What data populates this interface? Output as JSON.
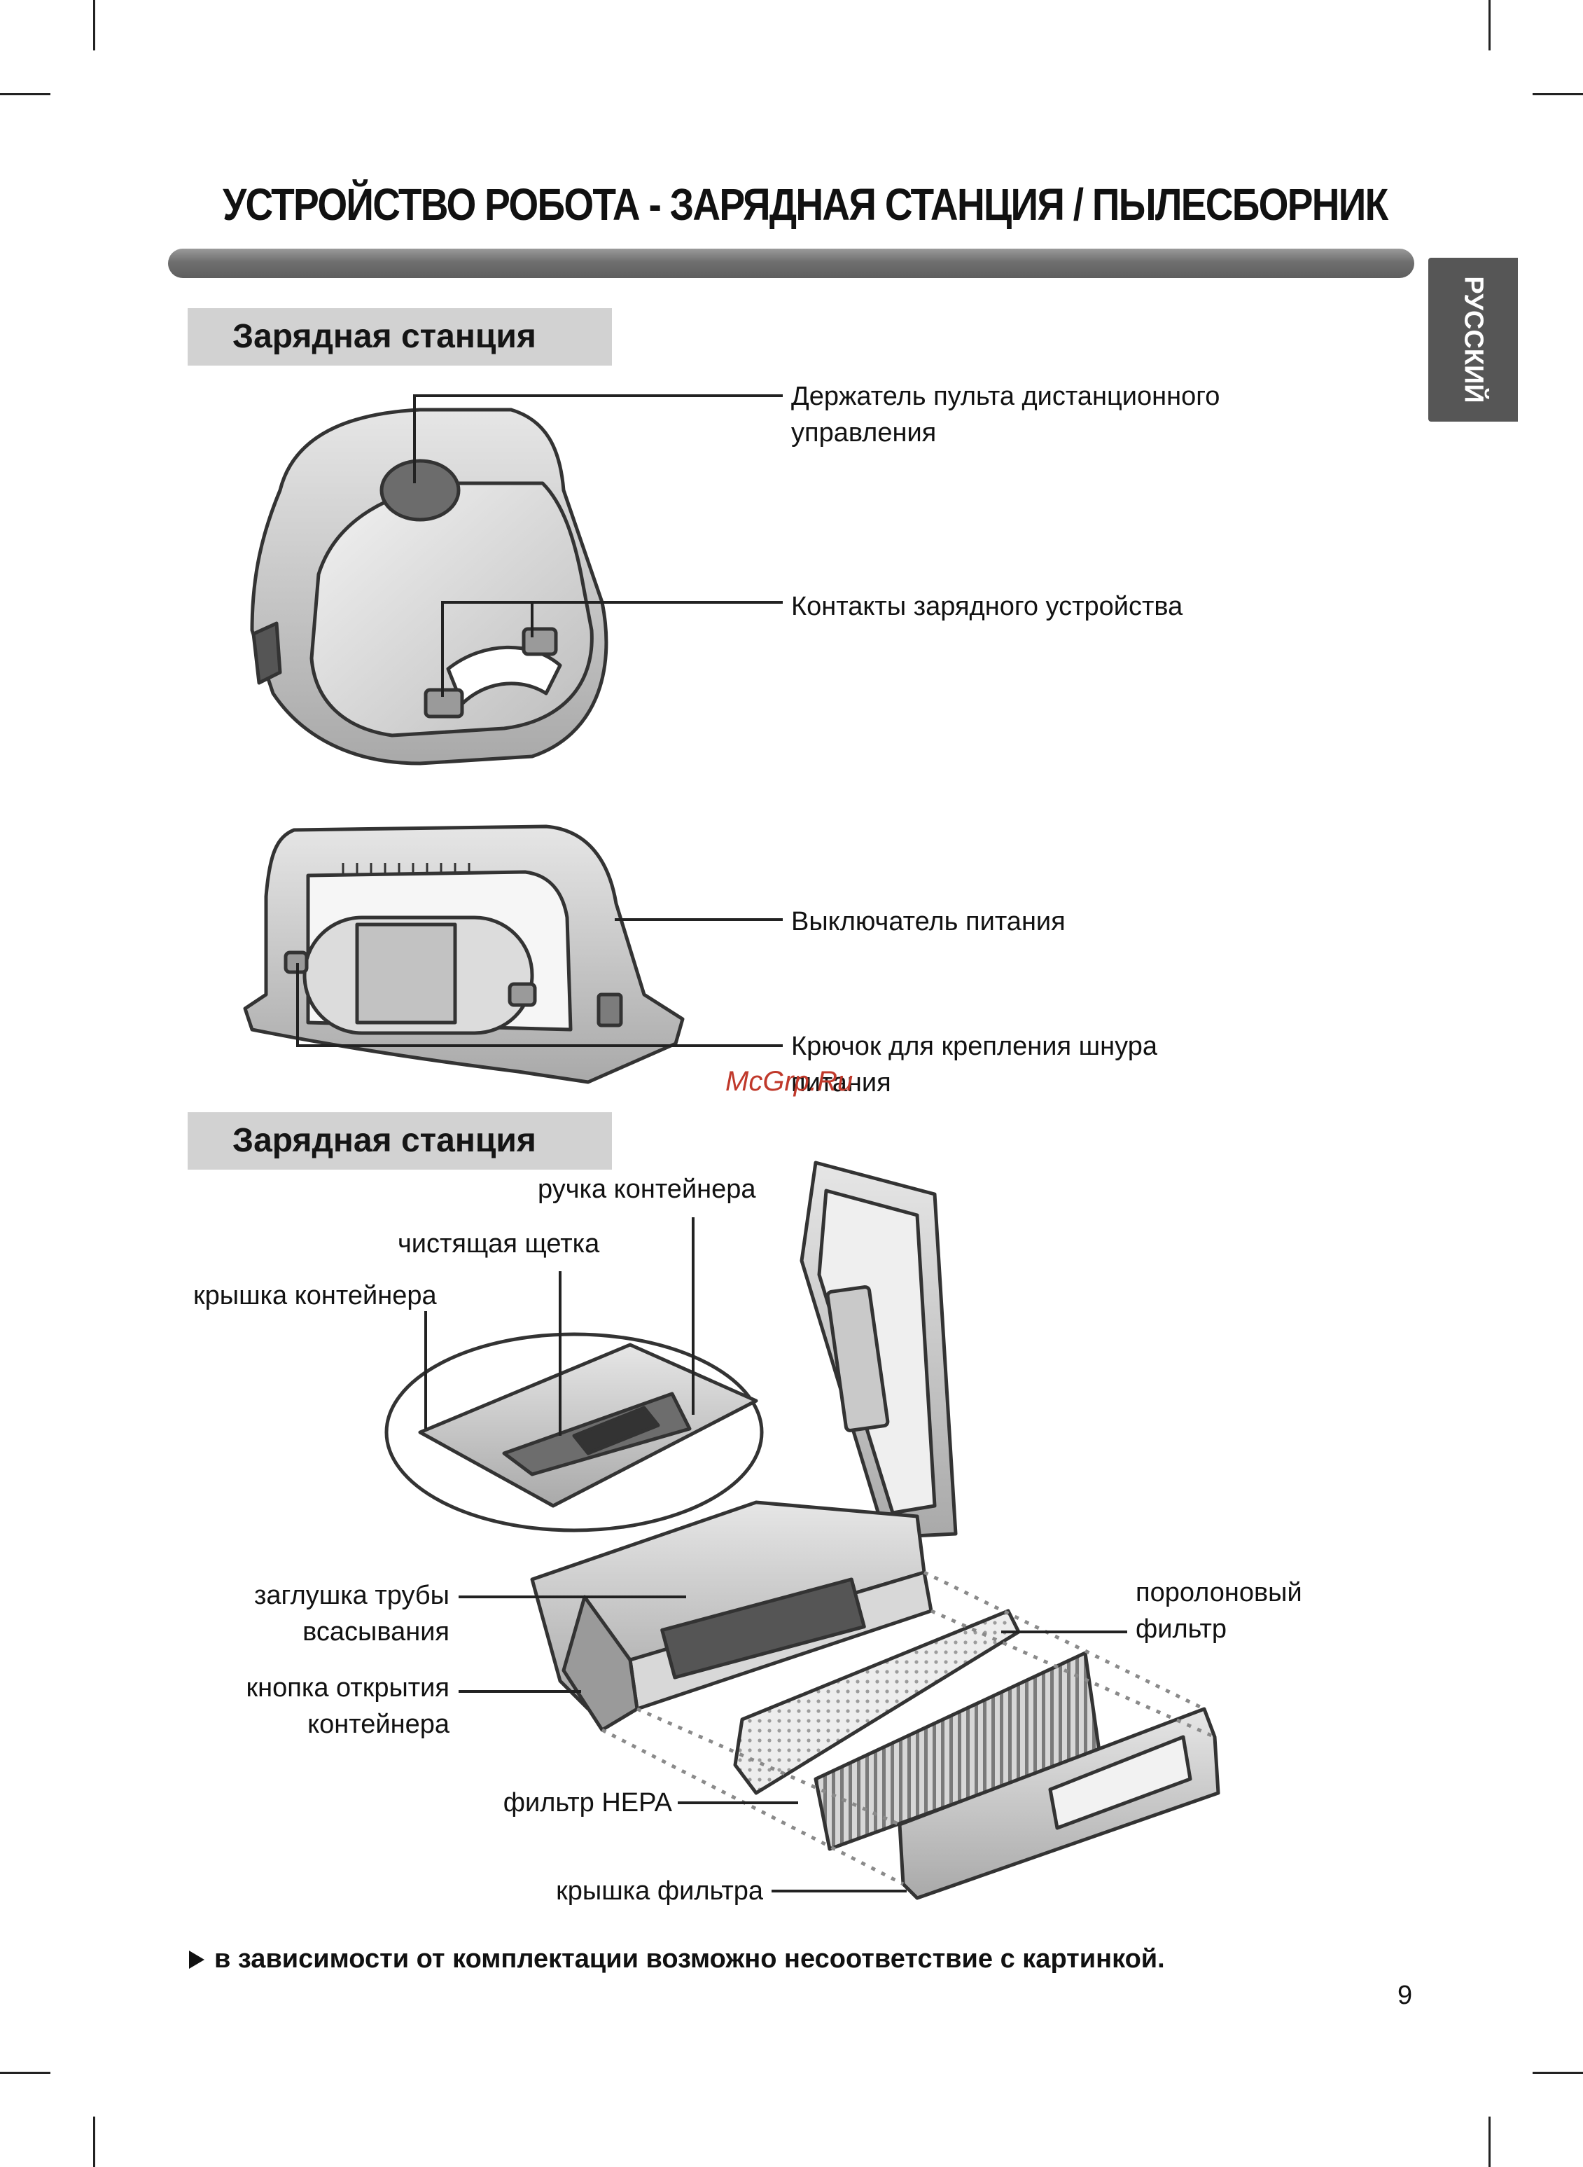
{
  "page": {
    "title": "УСТРОЙСТВО РОБОТА - ЗАРЯДНАЯ СТАНЦИЯ / ПЫЛЕСБОРНИК",
    "language_tab": "РУССКИЙ",
    "page_number": "9",
    "watermark": "McGrp.Ru"
  },
  "section1": {
    "heading": "Зарядная станция",
    "labels": {
      "remote_holder_line1": "Держатель пульта дистанционного",
      "remote_holder_line2": "управления",
      "charger_contacts": "Контакты зарядного устройства",
      "power_switch": "Выключатель питания",
      "cord_hook_line1": "Крючок для крепления шнура",
      "cord_hook_line2": "питания"
    }
  },
  "section2": {
    "heading": "Зарядная станция",
    "labels": {
      "container_handle": "ручка контейнера",
      "cleaning_brush": "чистящая щетка",
      "container_lid": "крышка контейнера",
      "suction_plug_line1": "заглушка трубы",
      "suction_plug_line2": "всасывания",
      "open_button_line1": "кнопка открытия",
      "open_button_line2": "контейнера",
      "hepa_filter": "фильтр HEPA",
      "filter_cover": "крышка фильтра",
      "foam_filter_line1": "поролоновый",
      "foam_filter_line2": "фильтр"
    }
  },
  "footnote": "в зависимости от комплектации возможно несоответствие с картинкой."
}
